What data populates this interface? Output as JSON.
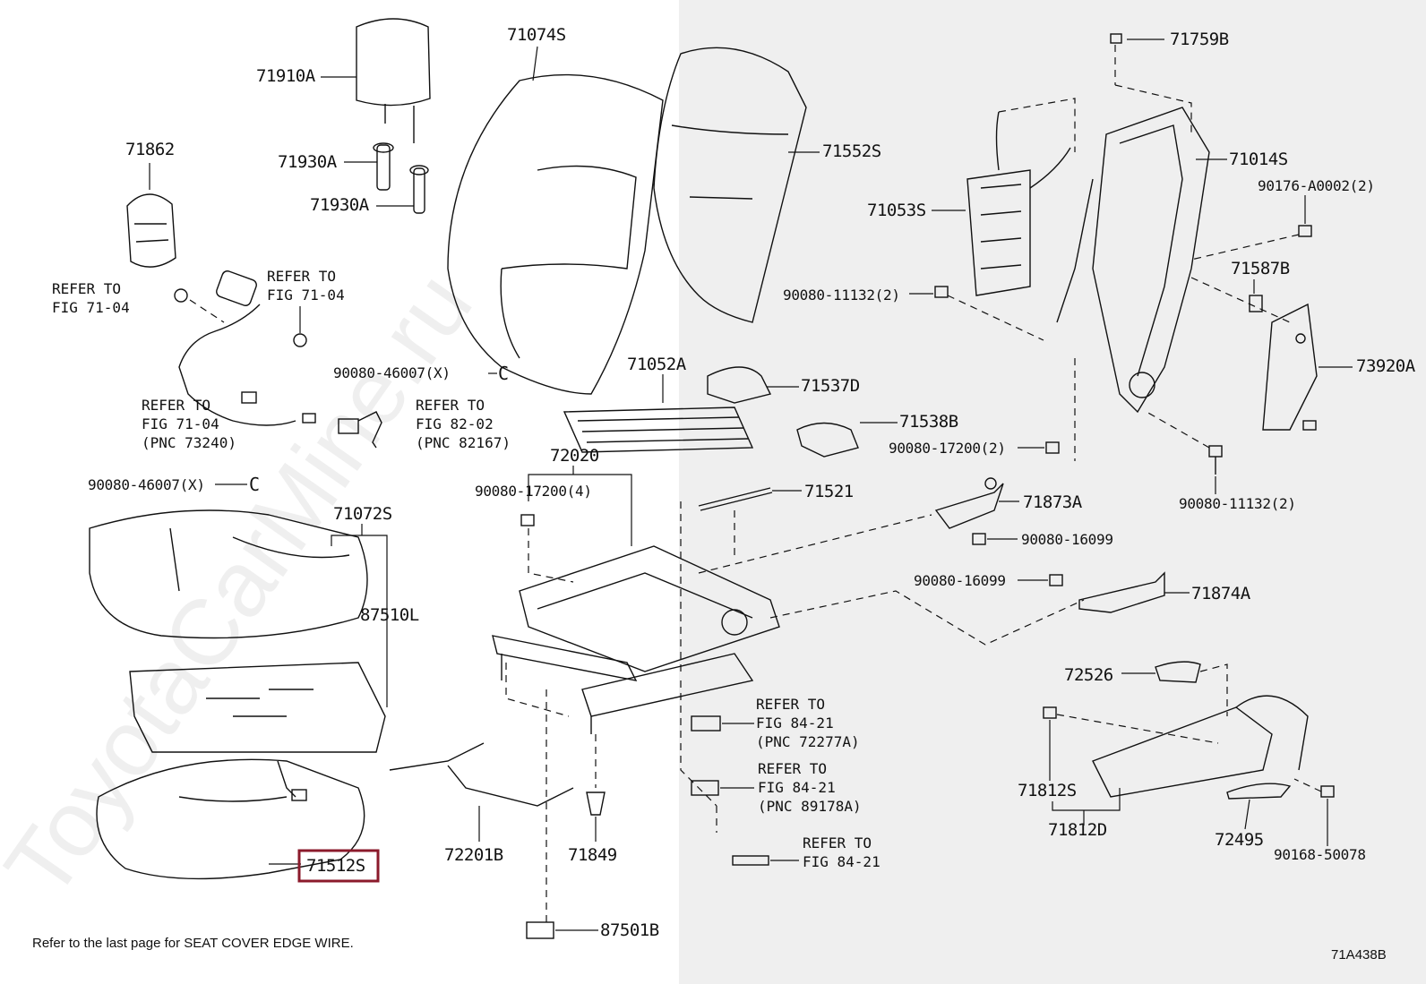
{
  "watermark": "ToyotaCarMine.ru",
  "footer_note": "Refer to the last page for SEAT COVER EDGE WIRE.",
  "diagram_id": "71A438B",
  "highlighted_part": "71512S",
  "parts": {
    "p71074S": "71074S",
    "p71910A": "71910A",
    "p71862": "71862",
    "p71930A_1": "71930A",
    "p71930A_2": "71930A",
    "p71552S": "71552S",
    "p71759B": "71759B",
    "p71014S": "71014S",
    "p90176": "90176-A0002(2)",
    "p71053S": "71053S",
    "p71587B": "71587B",
    "p90080_11132a": "90080-11132(2)",
    "p73920A": "73920A",
    "p71052A": "71052A",
    "p71537D": "71537D",
    "p90080_46007a": "90080-46007(X)",
    "p71538B": "71538B",
    "p90080_17200a": "90080-17200(2)",
    "p72020": "72020",
    "p90080_11132b": "90080-11132(2)",
    "p90080_46007b": "90080-46007(X)",
    "p90080_17200b": "90080-17200(4)",
    "p71521": "71521",
    "p71873A": "71873A",
    "p71072S": "71072S",
    "p90080_16099a": "90080-16099",
    "p90080_16099b": "90080-16099",
    "p71874A": "71874A",
    "p87510L": "87510L",
    "p72526": "72526",
    "p71812S": "71812S",
    "p71812D": "71812D",
    "p72495": "72495",
    "p90168": "90168-50078",
    "p72201B": "72201B",
    "p71849": "71849",
    "p71512S": "71512S",
    "p87501B": "87501B"
  },
  "refs": {
    "r1": [
      "REFER TO",
      "FIG 71-04"
    ],
    "r2": [
      "REFER TO",
      "FIG 71-04"
    ],
    "r3": [
      "REFER TO",
      "FIG 71-04",
      "(PNC 73240)"
    ],
    "r4": [
      "REFER TO",
      "FIG 82-02",
      "(PNC 82167)"
    ],
    "r5": [
      "REFER TO",
      "FIG 84-21",
      "(PNC 72277A)"
    ],
    "r6": [
      "REFER TO",
      "FIG 84-21",
      "(PNC 89178A)"
    ],
    "r7": [
      "REFER TO",
      "FIG 84-21"
    ]
  }
}
